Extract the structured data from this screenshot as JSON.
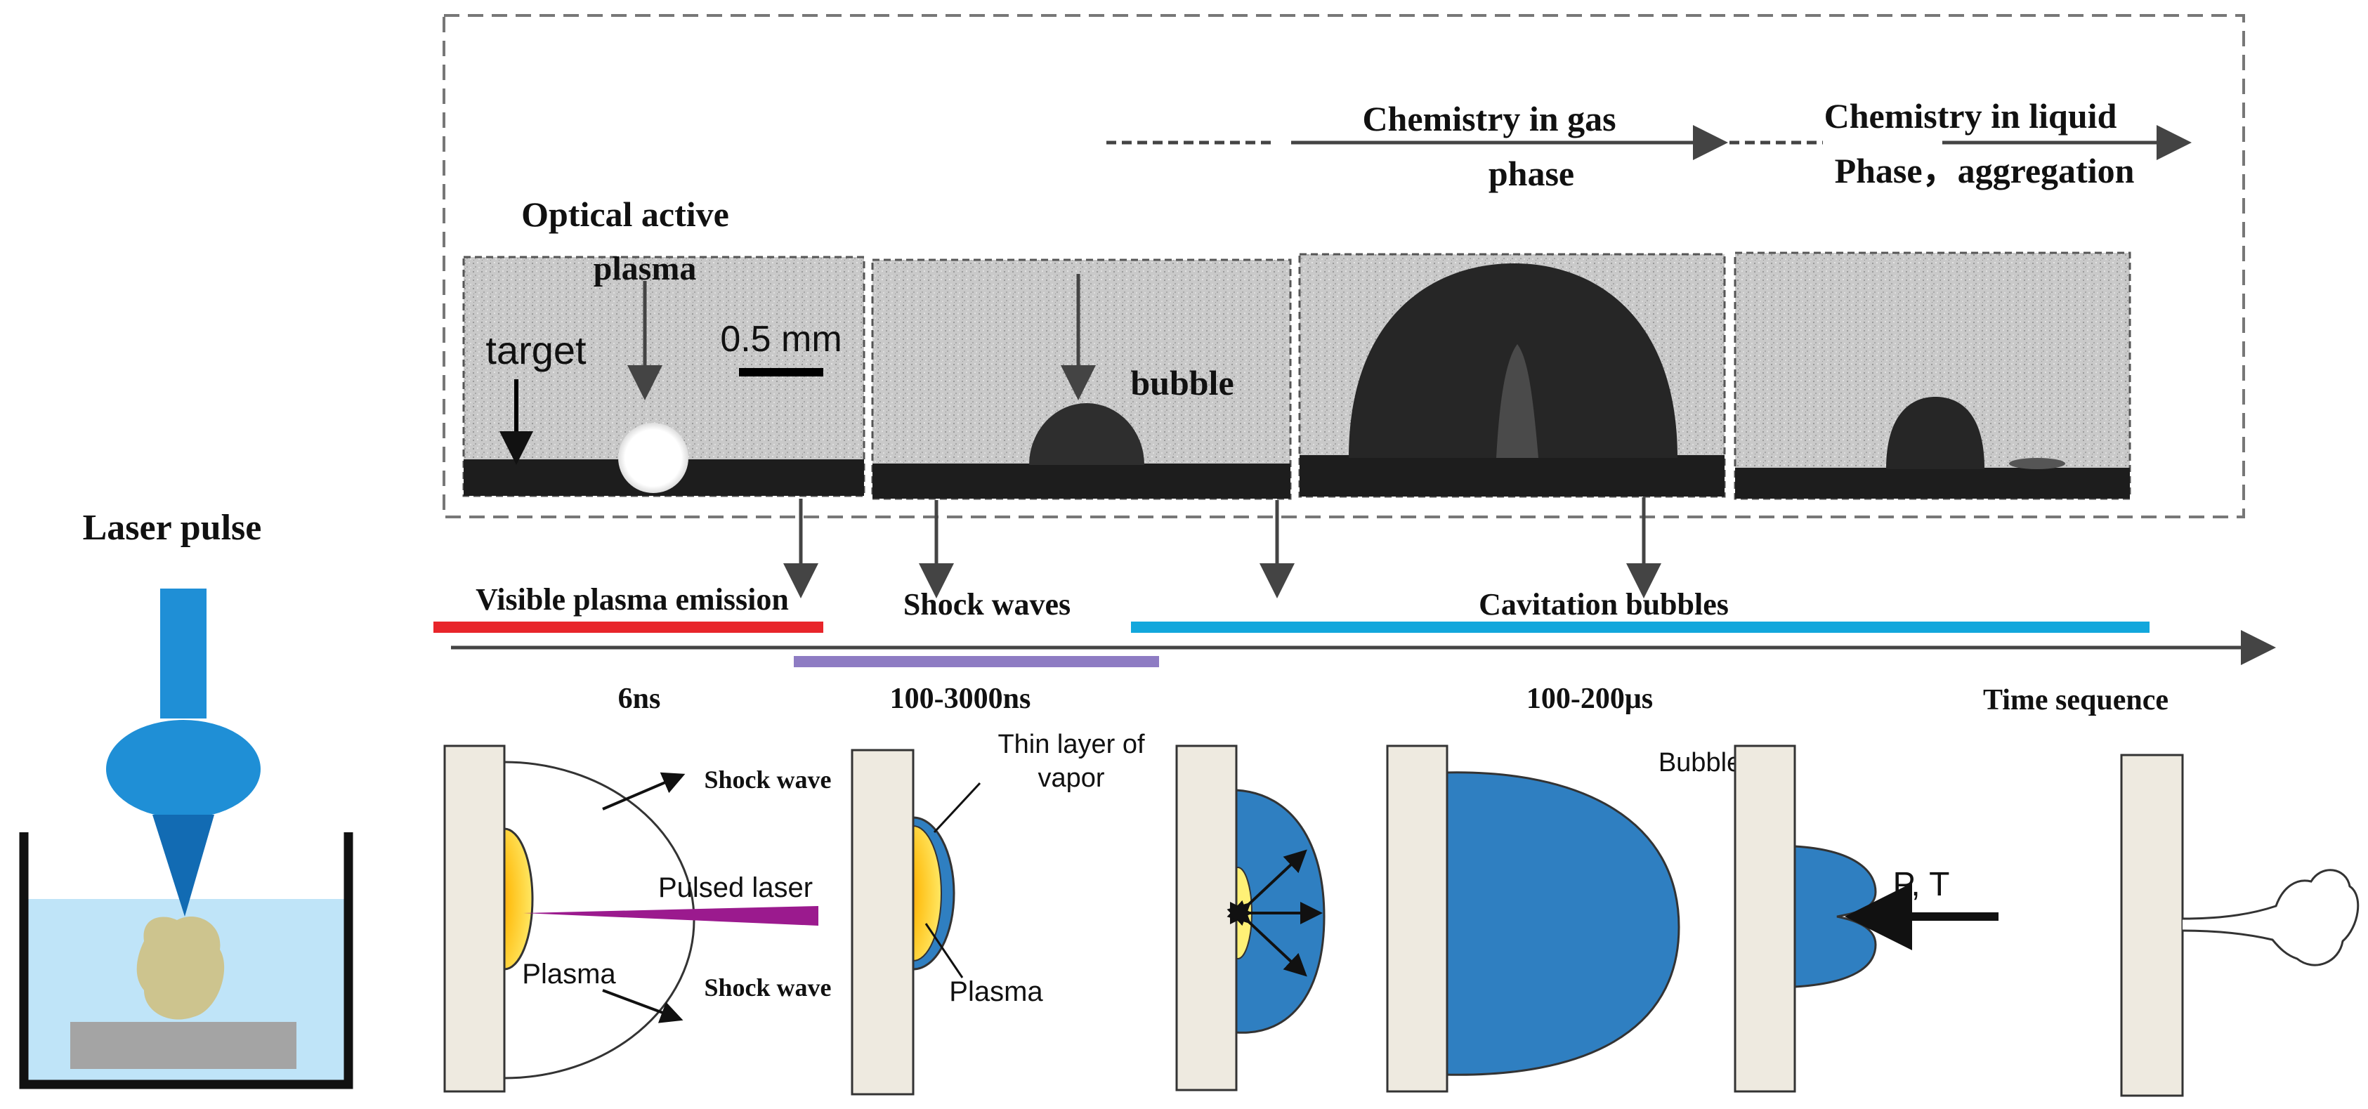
{
  "labels": {
    "chem_gas_1": "Chemistry in gas",
    "chem_gas_2": "phase",
    "chem_liquid_1": "Chemistry in liquid",
    "chem_liquid_2": "Phase，aggregation",
    "optical_1": "Optical active",
    "optical_2": "plasma",
    "scale": "0.5 mm",
    "target": "target",
    "bubble_photo": "bubble",
    "laser_pulse": "Laser pulse",
    "visible_plasma": "Visible plasma emission",
    "shock_waves": "Shock waves",
    "cavitation": "Cavitation bubbles",
    "t_6ns": "6ns",
    "t_100_3000ns": "100-3000ns",
    "t_100_200us": "100-200μs",
    "time_sequence": "Time sequence",
    "shock_wave_top": "Shock wave",
    "shock_wave_bottom": "Shock wave",
    "pulsed_laser": "Pulsed laser",
    "plasma_1": "Plasma",
    "thin_layer_1": "Thin layer of",
    "thin_layer_2": "vapor",
    "plasma_2": "Plasma",
    "bubble_diagram": "Bubble",
    "pt": "P, T"
  },
  "colors": {
    "plasma_bar": "#e8252a",
    "shock_bar": "#8e7cc3",
    "cavitation_bar": "#12a7dc",
    "bubble_blue": "#2f7fc1",
    "laser_blue": "#1f8fd6",
    "liquid": "#bfe4f8",
    "wall": "#eeeae0",
    "laser_beam": "#9b1a8e",
    "particle": "#cdc48e"
  }
}
